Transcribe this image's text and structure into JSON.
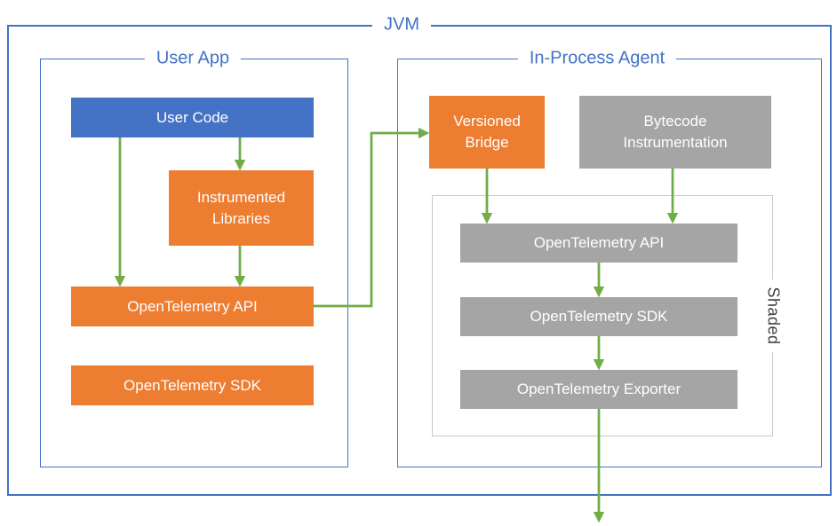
{
  "jvm": {
    "label": "JVM"
  },
  "user_app": {
    "label": "User App",
    "nodes": {
      "user_code": "User Code",
      "instrumented_libraries": "Instrumented Libraries",
      "otel_api": "OpenTelemetry API",
      "otel_sdk": "OpenTelemetry SDK"
    }
  },
  "agent": {
    "label": "In-Process Agent",
    "shaded_label": "Shaded",
    "nodes": {
      "versioned_bridge": "Versioned Bridge",
      "bytecode_instrumentation": "Bytecode Instrumentation",
      "otel_api": "OpenTelemetry API",
      "otel_sdk": "OpenTelemetry SDK",
      "otel_exporter": "OpenTelemetry Exporter"
    }
  },
  "colors": {
    "border_blue": "#4472C4",
    "node_blue": "#4472C4",
    "node_orange": "#ED7D31",
    "node_gray": "#A5A5A5",
    "arrow_green": "#70AD47",
    "shaded_border_gray": "#C9C9C9",
    "title_blue": "#4472C4",
    "shaded_text": "#404040"
  }
}
